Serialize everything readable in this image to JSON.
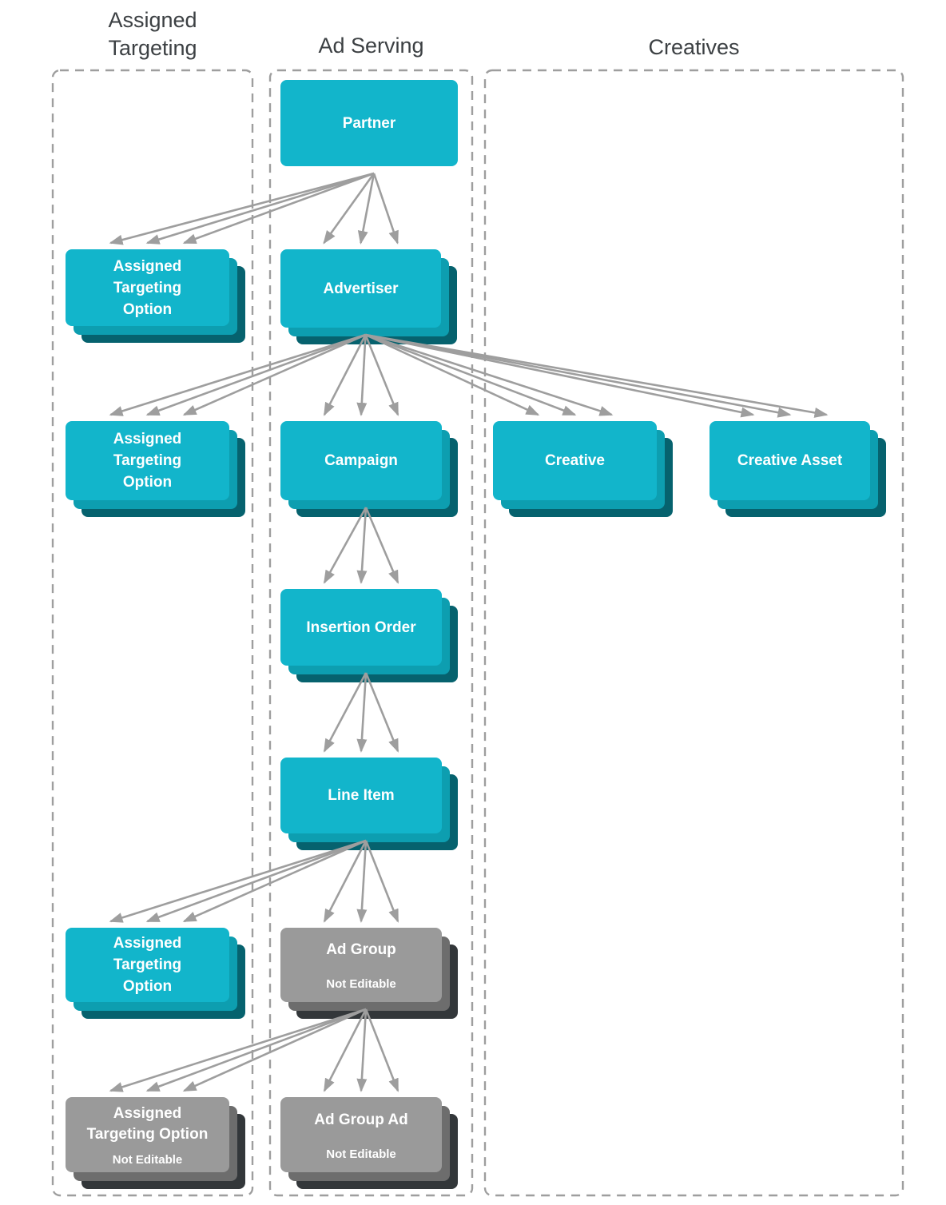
{
  "diagram": {
    "columns": [
      {
        "id": "assigned-targeting",
        "title": "Assigned Targeting"
      },
      {
        "id": "ad-serving",
        "title": "Ad Serving"
      },
      {
        "id": "creatives",
        "title": "Creatives"
      }
    ],
    "nodes": [
      {
        "id": "partner",
        "label": "Partner",
        "column": "ad-serving",
        "color": "teal",
        "stacked": false
      },
      {
        "id": "ato-partner",
        "label": "Assigned Targeting Option",
        "column": "assigned-targeting",
        "color": "teal",
        "stacked": true
      },
      {
        "id": "advertiser",
        "label": "Advertiser",
        "column": "ad-serving",
        "color": "teal",
        "stacked": true
      },
      {
        "id": "ato-advertiser",
        "label": "Assigned Targeting Option",
        "column": "assigned-targeting",
        "color": "teal",
        "stacked": true
      },
      {
        "id": "campaign",
        "label": "Campaign",
        "column": "ad-serving",
        "color": "teal",
        "stacked": true
      },
      {
        "id": "creative",
        "label": "Creative",
        "column": "creatives",
        "color": "teal",
        "stacked": true
      },
      {
        "id": "creative-asset",
        "label": "Creative Asset",
        "column": "creatives",
        "color": "teal",
        "stacked": true
      },
      {
        "id": "insertion-order",
        "label": "Insertion Order",
        "column": "ad-serving",
        "color": "teal",
        "stacked": true
      },
      {
        "id": "line-item",
        "label": "Line Item",
        "column": "ad-serving",
        "color": "teal",
        "stacked": true
      },
      {
        "id": "ato-line-item",
        "label": "Assigned Targeting Option",
        "column": "assigned-targeting",
        "color": "teal",
        "stacked": true
      },
      {
        "id": "ad-group",
        "label": "Ad Group",
        "sublabel": "Not Editable",
        "column": "ad-serving",
        "color": "gray",
        "stacked": true
      },
      {
        "id": "ato-ad-group",
        "label": "Assigned Targeting Option",
        "sublabel": "Not Editable",
        "column": "assigned-targeting",
        "color": "gray",
        "stacked": true
      },
      {
        "id": "ad-group-ad",
        "label": "Ad Group Ad",
        "sublabel": "Not Editable",
        "column": "ad-serving",
        "color": "gray",
        "stacked": true
      }
    ],
    "edges": [
      {
        "from": "partner",
        "to": "ato-partner",
        "arrows": 3
      },
      {
        "from": "partner",
        "to": "advertiser",
        "arrows": 3
      },
      {
        "from": "advertiser",
        "to": "ato-advertiser",
        "arrows": 3
      },
      {
        "from": "advertiser",
        "to": "campaign",
        "arrows": 3
      },
      {
        "from": "advertiser",
        "to": "creative",
        "arrows": 3
      },
      {
        "from": "advertiser",
        "to": "creative-asset",
        "arrows": 3
      },
      {
        "from": "campaign",
        "to": "insertion-order",
        "arrows": 3
      },
      {
        "from": "insertion-order",
        "to": "line-item",
        "arrows": 3
      },
      {
        "from": "line-item",
        "to": "ato-line-item",
        "arrows": 3
      },
      {
        "from": "line-item",
        "to": "ad-group",
        "arrows": 3
      },
      {
        "from": "ad-group",
        "to": "ato-ad-group",
        "arrows": 3
      },
      {
        "from": "ad-group",
        "to": "ad-group-ad",
        "arrows": 3
      }
    ],
    "colors": {
      "teal": "#12b5cb",
      "teal_mid": "#0d9eb0",
      "teal_dark": "#06626e",
      "gray": "#9a9a9a",
      "gray_mid": "#6d6d6d",
      "gray_dark": "#33373a",
      "arrow": "#9e9e9e",
      "header_text": "#3c4043",
      "label_text": "#ffffff"
    }
  }
}
